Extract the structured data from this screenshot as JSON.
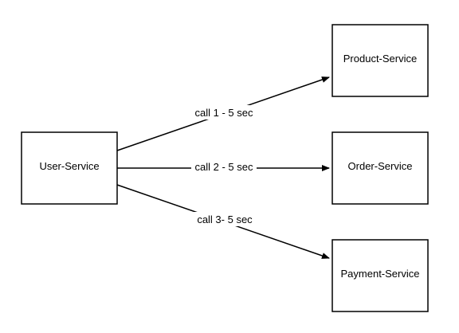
{
  "diagram": {
    "nodes": {
      "user": {
        "label": "User-Service"
      },
      "product": {
        "label": "Product-Service"
      },
      "order": {
        "label": "Order-Service"
      },
      "payment": {
        "label": "Payment-Service"
      }
    },
    "edges": {
      "call1": {
        "from": "User-Service",
        "to": "Product-Service",
        "label": "call 1 - 5 sec"
      },
      "call2": {
        "from": "User-Service",
        "to": "Order-Service",
        "label": "call 2 - 5 sec"
      },
      "call3": {
        "from": "User-Service",
        "to": "Payment-Service",
        "label": "call 3- 5 sec"
      }
    }
  }
}
